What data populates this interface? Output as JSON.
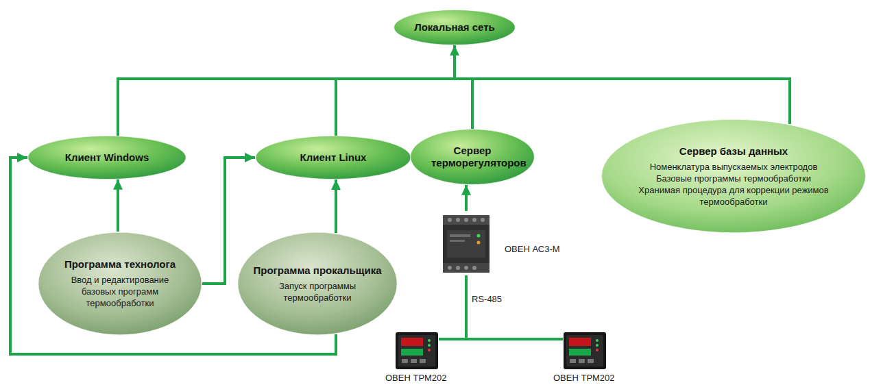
{
  "diagram": {
    "nodes": [
      {
        "text": [
          "Локальная сеть"
        ]
      },
      {
        "text": [
          "Клиент Windows"
        ]
      },
      {
        "text": [
          "Клиент Linux"
        ]
      },
      {
        "text": [
          "Сервер терморегуляторов"
        ]
      },
      {
        "text": [
          "Сервер базы данных",
          "Номенклатура выпускаемых электродов Базовые программы термообработки Хранимая процедура для коррекции режимов термообработки"
        ]
      },
      {
        "text": [
          "Программа технолога",
          "Ввод и редактирование базовых программ термообработки"
        ]
      },
      {
        "text": [
          "Программа прокальщика",
          "Запуск программы термообработки"
        ]
      },
      {
        "text": [
          "ОВЕН АС3-М"
        ]
      },
      {
        "text": [
          "ОВЕН ТРМ202"
        ]
      },
      {
        "text": [
          "ОВЕН ТРМ202"
        ]
      }
    ],
    "edges": [
      {
        "from": 1,
        "to": 0,
        "arrow": "none"
      },
      {
        "from": 2,
        "to": 0,
        "arrow": "none"
      },
      {
        "from": 3,
        "to": 0,
        "arrow": "none"
      },
      {
        "from": 4,
        "to": 0,
        "arrow": "to"
      },
      {
        "from": 5,
        "to": 1,
        "arrow": "to"
      },
      {
        "from": 5,
        "to": 2,
        "arrow": "to"
      },
      {
        "from": 6,
        "to": 2,
        "arrow": "to"
      },
      {
        "from": 6,
        "to": 1,
        "arrow": "to"
      },
      {
        "from": 7,
        "to": 3,
        "arrow": "to"
      },
      {
        "from": 8,
        "to": 7,
        "arrow": "none"
      },
      {
        "from": 9,
        "to": 7,
        "arrow": "none"
      }
    ],
    "labels": [
      "RS-485"
    ]
  }
}
